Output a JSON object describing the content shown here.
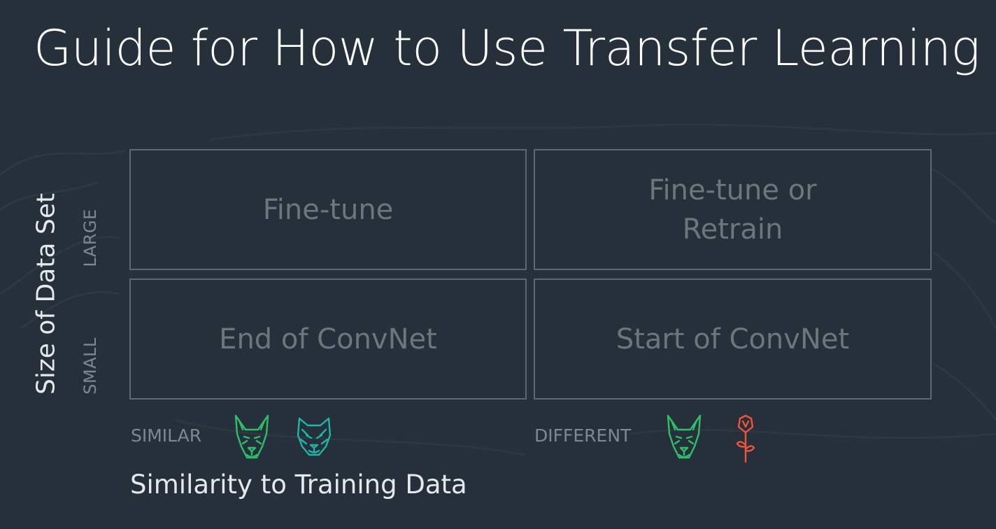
{
  "title": "Guide for How to Use Transfer Learning",
  "y_axis": {
    "label": "Size of Data Set",
    "ticks": {
      "large": "LARGE",
      "small": "SMALL"
    }
  },
  "x_axis": {
    "label": "Similarity to Training Data",
    "ticks": {
      "similar": "SIMILAR",
      "different": "DIFFERENT"
    }
  },
  "grid": {
    "large_similar": "Fine-tune",
    "large_different": "Fine-tune or\nRetrain",
    "small_similar": "End of ConvNet",
    "small_different": "Start of ConvNet"
  },
  "icons": {
    "similar": [
      "dog-icon",
      "wolf-icon"
    ],
    "different": [
      "dog-icon",
      "rose-icon"
    ]
  },
  "colors": {
    "background": "#25303b",
    "dog": "#2fbf6a",
    "wolf": "#1fb5a8",
    "rose": "#f0553a"
  }
}
